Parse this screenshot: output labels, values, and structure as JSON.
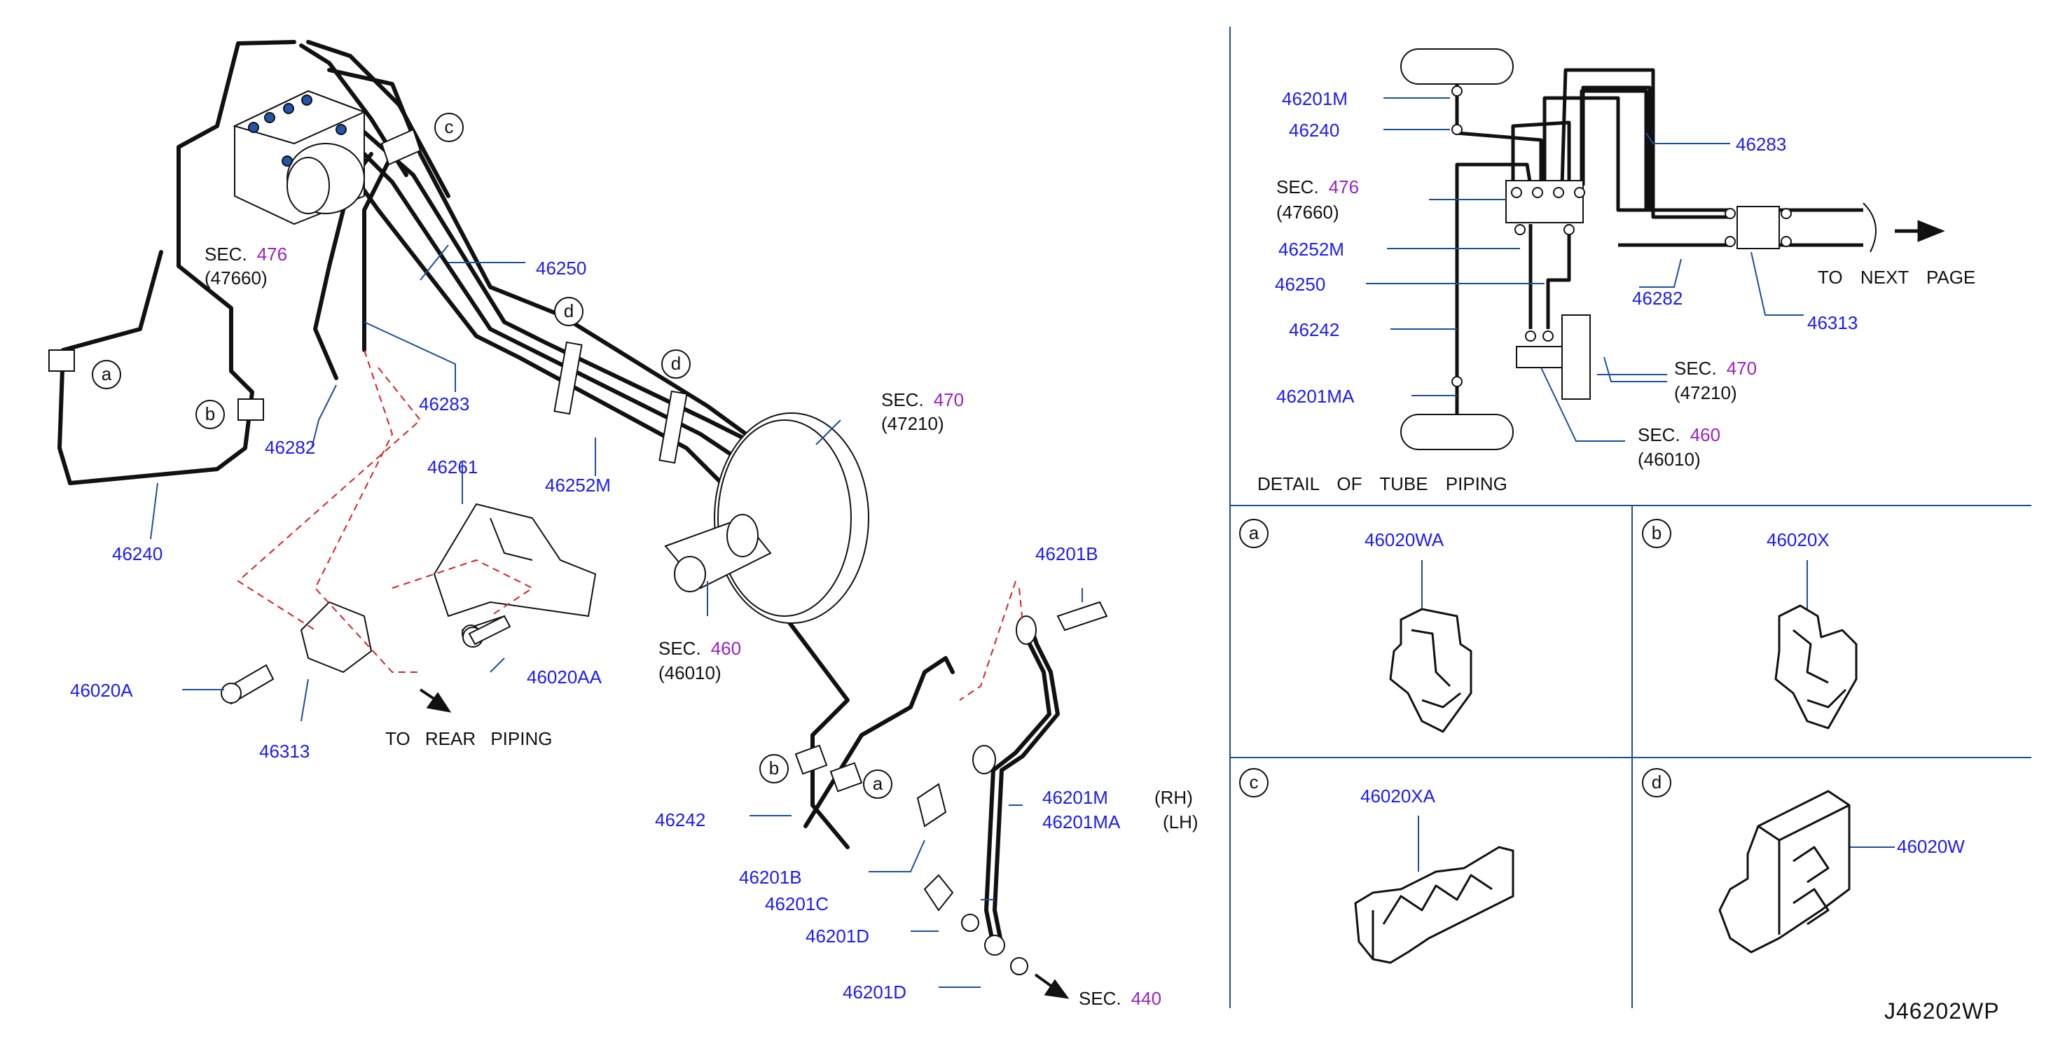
{
  "drawing_id": "J46202WP",
  "colors": {
    "part_number": "#1a1aff",
    "section_number": "#9a22c8",
    "text": "#111111",
    "red_dash": "#e02020",
    "leader": "#1a4fa0"
  },
  "main_labels": {
    "p46240": "46240",
    "p46250": "46250",
    "p46283": "46283",
    "p46282": "46282",
    "p46252M": "46252M",
    "p46261": "46261",
    "p46020A": "46020A",
    "p46020AA": "46020AA",
    "p46313": "46313",
    "p46242": "46242",
    "p46201B_top": "46201B",
    "p46201B_bot": "46201B",
    "p46201C": "46201C",
    "p46201D_1": "46201D",
    "p46201D_2": "46201D",
    "p46201M": "46201M",
    "p46201MA": "46201MA",
    "rh": "(RH)",
    "lh": "(LH)",
    "to_rear_piping": "TO REAR PIPING"
  },
  "sections": {
    "sec476": {
      "prefix": "SEC.",
      "num": "476",
      "sub": "(47660)"
    },
    "sec470": {
      "prefix": "SEC.",
      "num": "470",
      "sub": "(47210)"
    },
    "sec460": {
      "prefix": "SEC.",
      "num": "460",
      "sub": "(46010)"
    },
    "sec440": {
      "prefix": "SEC.",
      "num": "440"
    }
  },
  "callouts": {
    "a": "a",
    "b": "b",
    "c": "c",
    "d": "d"
  },
  "detail": {
    "title": "DETAIL OF TUBE PIPING",
    "to_next_page": "TO NEXT PAGE",
    "p46201M": "46201M",
    "p46240": "46240",
    "p46252M": "46252M",
    "p46250": "46250",
    "p46242": "46242",
    "p46201MA": "46201MA",
    "p46283": "46283",
    "p46282": "46282",
    "p46313": "46313",
    "sec476": {
      "prefix": "SEC.",
      "num": "476",
      "sub": "(47660)"
    },
    "sec470": {
      "prefix": "SEC.",
      "num": "470",
      "sub": "(47210)"
    },
    "sec460": {
      "prefix": "SEC.",
      "num": "460",
      "sub": "(46010)"
    }
  },
  "clips": {
    "a": {
      "letter": "a",
      "part": "46020WA"
    },
    "b": {
      "letter": "b",
      "part": "46020X"
    },
    "c": {
      "letter": "c",
      "part": "46020XA"
    },
    "d": {
      "letter": "d",
      "part": "46020W"
    }
  }
}
